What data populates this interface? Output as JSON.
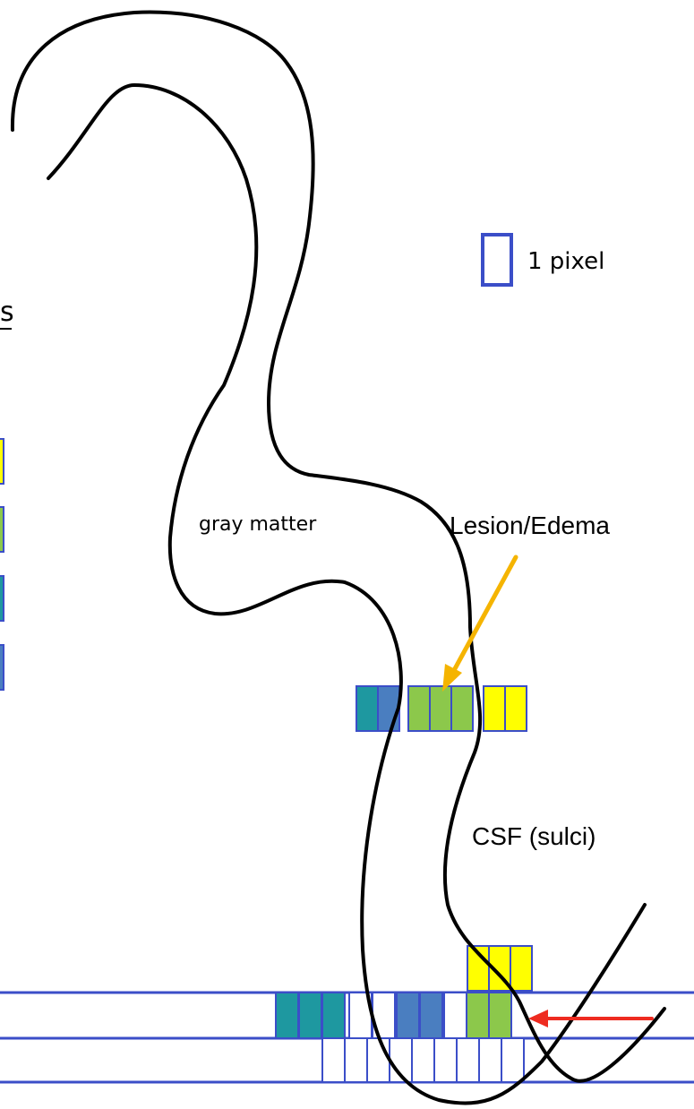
{
  "labels": {
    "pixel_legend": "1 pixel",
    "gray_matter": "gray matter",
    "lesion": "Lesion/Edema",
    "csf": "CSF (sulci)",
    "cropped_char": "s"
  },
  "colors": {
    "yellow": "#ffff00",
    "green": "#8cc84b",
    "teal": "#1e98a0",
    "steel_blue": "#4a7ec0",
    "outline_blue": "#3b4ec8",
    "orange_arrow": "#f5b400",
    "red_arrow": "#ee2b20",
    "contour": "#000000"
  },
  "left_swatches": [
    "yellow",
    "green",
    "teal",
    "steel_blue"
  ],
  "mid_pixel_row": [
    "teal",
    "steel_blue",
    "green",
    "green",
    "green",
    "yellow",
    "yellow"
  ],
  "top_pixel_row": [
    "yellow",
    "yellow",
    "yellow"
  ],
  "lower_pixel_row": [
    "teal",
    "teal",
    "teal",
    "white",
    "white",
    "steel_blue",
    "steel_blue",
    "white",
    "green",
    "green"
  ],
  "bottom_pixel_row": [
    "white",
    "white",
    "white",
    "white",
    "white",
    "white",
    "white",
    "white",
    "white"
  ]
}
